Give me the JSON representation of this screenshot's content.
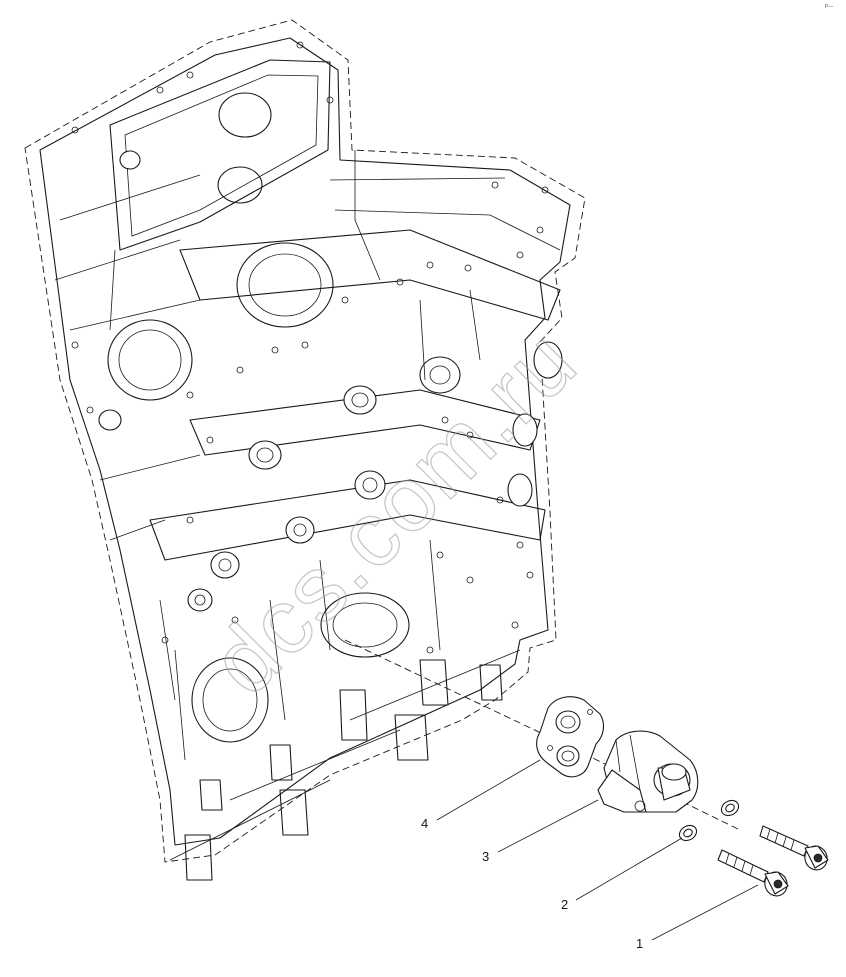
{
  "figure": {
    "corner_mark": "P—",
    "watermark": "dcs.com.ru",
    "callouts": [
      {
        "id": "4",
        "label": "4"
      },
      {
        "id": "3",
        "label": "3"
      },
      {
        "id": "2",
        "label": "2"
      },
      {
        "id": "1",
        "label": "1"
      }
    ]
  }
}
